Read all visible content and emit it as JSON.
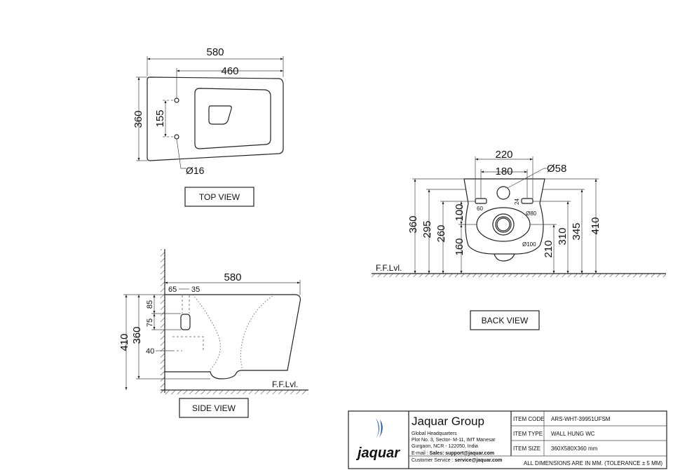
{
  "top_view": {
    "title": "TOP VIEW",
    "dim_580": "580",
    "dim_460": "460",
    "dim_360": "360",
    "dim_155": "155",
    "dim_d16": "Ø16"
  },
  "back_view": {
    "title": "BACK VIEW",
    "dim_220": "220",
    "dim_180": "180",
    "dim_d58": "Ø58",
    "dim_360": "360",
    "dim_295": "295",
    "dim_260": "260",
    "dim_100": "100",
    "dim_160": "160",
    "dim_60": "60",
    "dim_24": "24",
    "dim_d80": "Ø80",
    "dim_d100": "Ø100",
    "dim_210": "210",
    "dim_310": "310",
    "dim_345": "345",
    "dim_410": "410",
    "floor": "F.F.Lvl."
  },
  "side_view": {
    "title": "SIDE VIEW",
    "dim_580": "580",
    "dim_65": "65",
    "dim_35": "35",
    "dim_85": "85",
    "dim_75": "75",
    "dim_40": "40",
    "dim_410": "410",
    "dim_360": "360",
    "floor": "F.F.Lvl."
  },
  "title_block": {
    "logo_text": "jaquar",
    "company": "Jaquar Group",
    "hq": "Global Headquarters",
    "addr1": "Plot No. 3, Sector- M-11, IMT Manesar",
    "addr2": "Gurgaon, NCR - 122050, India",
    "email_label": "E-mail : ",
    "email": "Sales: support@jaquar.com",
    "service_label": "Customer Service : ",
    "service": "service@jaquar.com",
    "item_code_label": "ITEM CODE",
    "item_code": "ARS-WHT-39951UFSM",
    "item_type_label": "ITEM TYPE",
    "item_type": "WALL HUNG WC",
    "item_size_label": "ITEM SIZE",
    "item_size": "360X580X360 mm",
    "note": "ALL DIMENSIONS ARE IN MM. (TOLERANCE ± 5 MM)"
  },
  "colors": {
    "logo_blue": "#1e4fa0",
    "line": "#222222"
  }
}
